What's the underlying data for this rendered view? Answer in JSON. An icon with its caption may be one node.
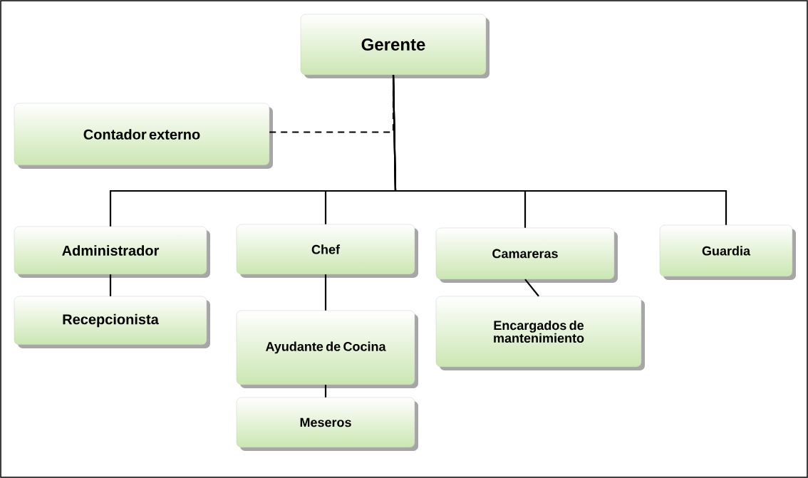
{
  "diagram": {
    "nodes": [
      {
        "text": [
          "Gerente"
        ]
      },
      {
        "text": [
          "Contador externo"
        ]
      },
      {
        "text": [
          "Administrador"
        ]
      },
      {
        "text": [
          "Chef"
        ]
      },
      {
        "text": [
          "Camareras"
        ]
      },
      {
        "text": [
          "Guardia"
        ]
      },
      {
        "text": [
          "Recepcionista"
        ]
      },
      {
        "text": [
          "Ayudante de Cocina"
        ]
      },
      {
        "text": [
          "Encargados de mantenimiento"
        ]
      },
      {
        "text": [
          "Meseros"
        ]
      }
    ],
    "edges": [
      {
        "from": 1,
        "to": 0,
        "arrow": "none",
        "style": "dashed"
      },
      {
        "from": 0,
        "to": 2,
        "arrow": "none"
      },
      {
        "from": 0,
        "to": 3,
        "arrow": "none"
      },
      {
        "from": 0,
        "to": 4,
        "arrow": "none"
      },
      {
        "from": 0,
        "to": 5,
        "arrow": "none"
      },
      {
        "from": 2,
        "to": 6,
        "arrow": "none"
      },
      {
        "from": 3,
        "to": 7,
        "arrow": "none"
      },
      {
        "from": 7,
        "to": 9,
        "arrow": "none"
      },
      {
        "from": 4,
        "to": 8,
        "arrow": "none"
      }
    ]
  }
}
